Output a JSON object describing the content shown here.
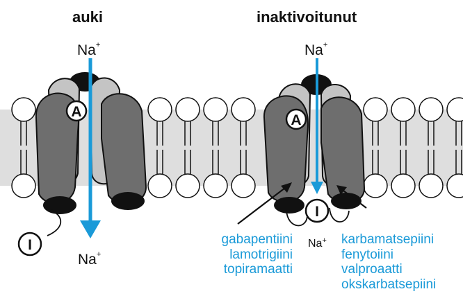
{
  "titles": {
    "open": "auki",
    "inactivated": "inaktivoitunut"
  },
  "ion_labels": {
    "ion": "Na",
    "charge": "+"
  },
  "gate_labels": {
    "activation": "A",
    "inactivation": "I"
  },
  "drug_groups": {
    "left": [
      "gabapentiini",
      "lamotrigiini",
      "topiramaatti"
    ],
    "right": [
      "karbamatsepiini",
      "fenytoiini",
      "valproaatti",
      "okskarbatsepiini"
    ]
  },
  "colors": {
    "arrow": "#1a9ad8",
    "drug_text": "#1a9ad8",
    "membrane": "#dedede",
    "channel_dark": "#6e6e6e",
    "channel_light": "#c4c4c4",
    "black": "#111111"
  }
}
